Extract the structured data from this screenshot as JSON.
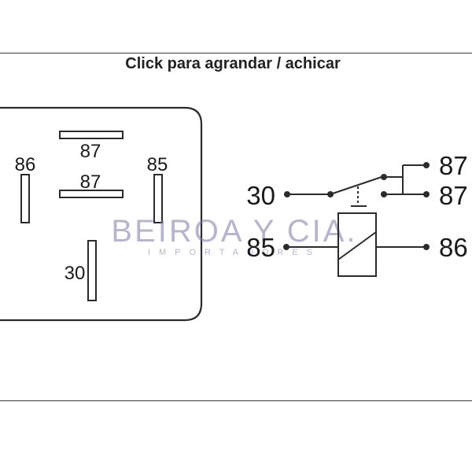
{
  "header": {
    "title": "Click para agrandar / achicar"
  },
  "socket": {
    "pins": {
      "p87_top": "87",
      "p87_mid": "87",
      "p86": "86",
      "p85": "85",
      "p30": "30"
    }
  },
  "schematic": {
    "terminals": {
      "t30": "30",
      "t85": "85",
      "t87_top": "87",
      "t87_bottom": "87",
      "t86": "86"
    }
  },
  "watermark": {
    "brand": "BEIROA Y CIA.",
    "tagline": "IMPORTADORES"
  },
  "colors": {
    "line": "#2b2b2b",
    "watermark": "#7a7aa8"
  }
}
